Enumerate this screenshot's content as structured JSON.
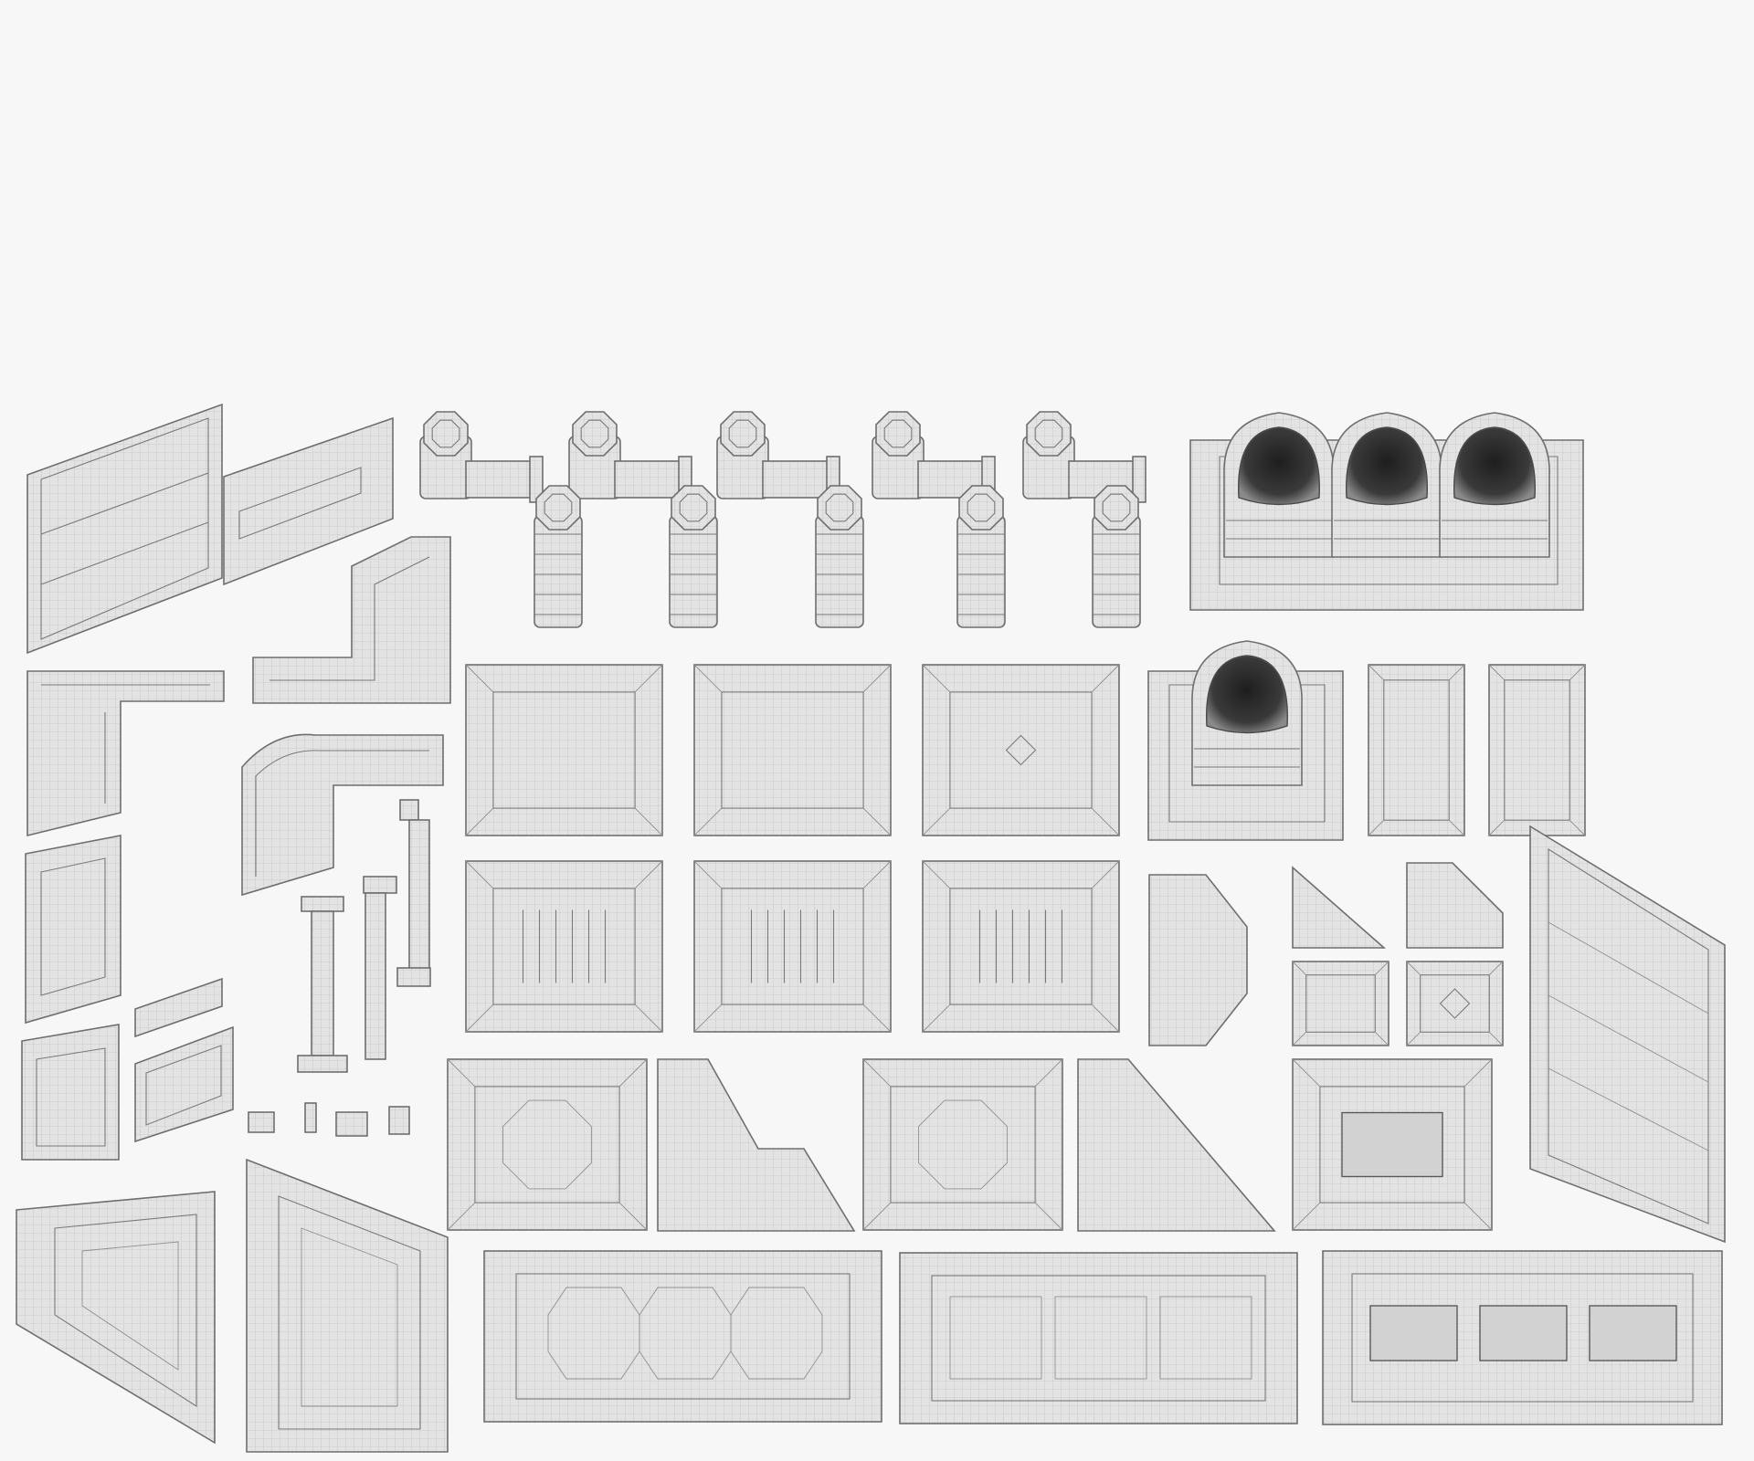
{
  "scene": {
    "background": "#f7f7f7",
    "mesh_fill": "#e2e2e2",
    "mesh_line": "#6e6e6e",
    "piece_kinds": [
      "wall-panel",
      "corner-wall",
      "pipe-segment",
      "reactor-pods",
      "floor-tile",
      "floor-corner",
      "floor-long",
      "wall-tall",
      "connector"
    ]
  }
}
